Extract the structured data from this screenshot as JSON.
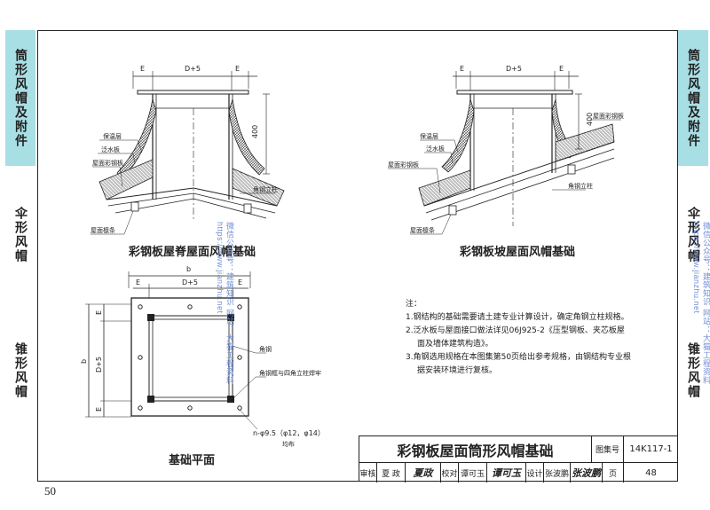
{
  "side_tabs": {
    "left": [
      "筒形风帽及附件",
      "伞形风帽",
      "锥形风帽"
    ],
    "right": [
      "筒形风帽及附件",
      "伞形风帽",
      "锥形风帽"
    ]
  },
  "drawings": {
    "ridge_caption": "彩钢板屋脊屋面风帽基础",
    "slope_caption": "彩钢板坡屋面风帽基础",
    "plan_caption": "基础平面",
    "dim_E": "E",
    "dim_D5": "D+5",
    "dim_b": "b",
    "dim_400": "400",
    "ridge_labels": {
      "insulation": "保温层",
      "flashing": "泛水板",
      "roof_panel": "屋面彩钢板",
      "angle_post": "角钢立柱",
      "purlin": "屋面檩条"
    },
    "slope_labels": {
      "insulation": "保温层",
      "flashing": "泛水板",
      "roof_panel_left": "屋面彩钢板",
      "roof_panel_right": "屋面彩钢板",
      "angle_post": "角钢立柱",
      "purlin": "屋面檩条"
    },
    "plan_labels": {
      "angle": "角钢",
      "weld": "角钢框与四角立柱焊牢",
      "holes": "n-φ9.5（φ12，φ14）",
      "holes_sub": "均布"
    }
  },
  "notes": {
    "heading": "注：",
    "items": [
      "1.钢结构的基础需要请土建专业计算设计，确定角钢立柱规格。",
      "2.泛水板与屋面接口做法详见06J925-2《压型钢板、夹芯板屋",
      "面及墙体建筑构造》。",
      "3.角钢选用规格在本图集第50页给出参考规格，由钢结构专业根",
      "据安装环境进行复核。"
    ]
  },
  "title_block": {
    "title": "彩钢板屋面筒形风帽基础",
    "atlas_label": "图集号",
    "atlas_value": "14K117-1",
    "review_label": "审核",
    "review_name": "夏 政",
    "review_sig": "夏政",
    "check_label": "校对",
    "check_name": "谭可玉",
    "check_sig": "谭可玉",
    "design_label": "设计",
    "design_name": "张波鹏",
    "design_sig": "张波鹏",
    "page_label": "页",
    "page_value": "48"
  },
  "page_number": "50",
  "watermarks": {
    "left": "微信公众号：建筑知识 网站：大猫工程资料 https://www.jianzhu.net",
    "right": "微信公众号：建筑知识 网站：大猫工程资料 https://www.jianzhu.net"
  }
}
